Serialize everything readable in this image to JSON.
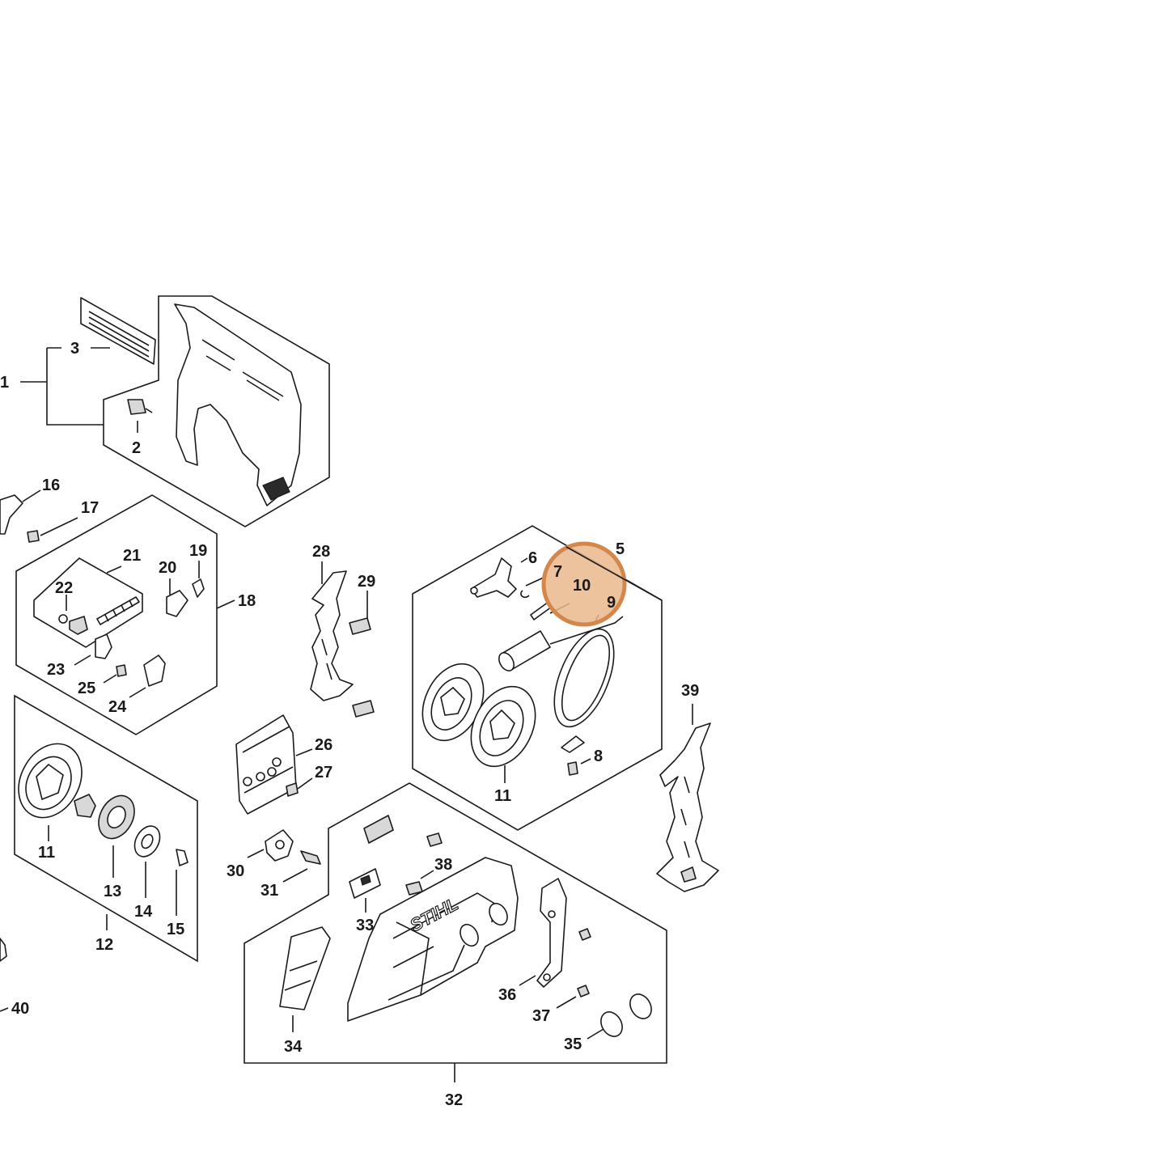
{
  "labels": {
    "l1": "1",
    "l2": "2",
    "l3": "3",
    "l5": "5",
    "l6": "6",
    "l7": "7",
    "l8": "8",
    "l9": "9",
    "l10": "10",
    "l11a": "11",
    "l11b": "11",
    "l12": "12",
    "l13": "13",
    "l14": "14",
    "l15": "15",
    "l16": "16",
    "l17": "17",
    "l18": "18",
    "l19": "19",
    "l20": "20",
    "l21": "21",
    "l22": "22",
    "l23": "23",
    "l24": "24",
    "l25": "25",
    "l26": "26",
    "l27": "27",
    "l28": "28",
    "l29": "29",
    "l30": "30",
    "l31": "31",
    "l32": "32",
    "l33": "33",
    "l34": "34",
    "l35": "35",
    "l36": "36",
    "l37": "37",
    "l38": "38",
    "l39": "39",
    "l40": "40"
  },
  "brand": "STIHL",
  "highlight": {
    "color": "#d4874a",
    "fill": "#e9b98c",
    "target": "10"
  }
}
